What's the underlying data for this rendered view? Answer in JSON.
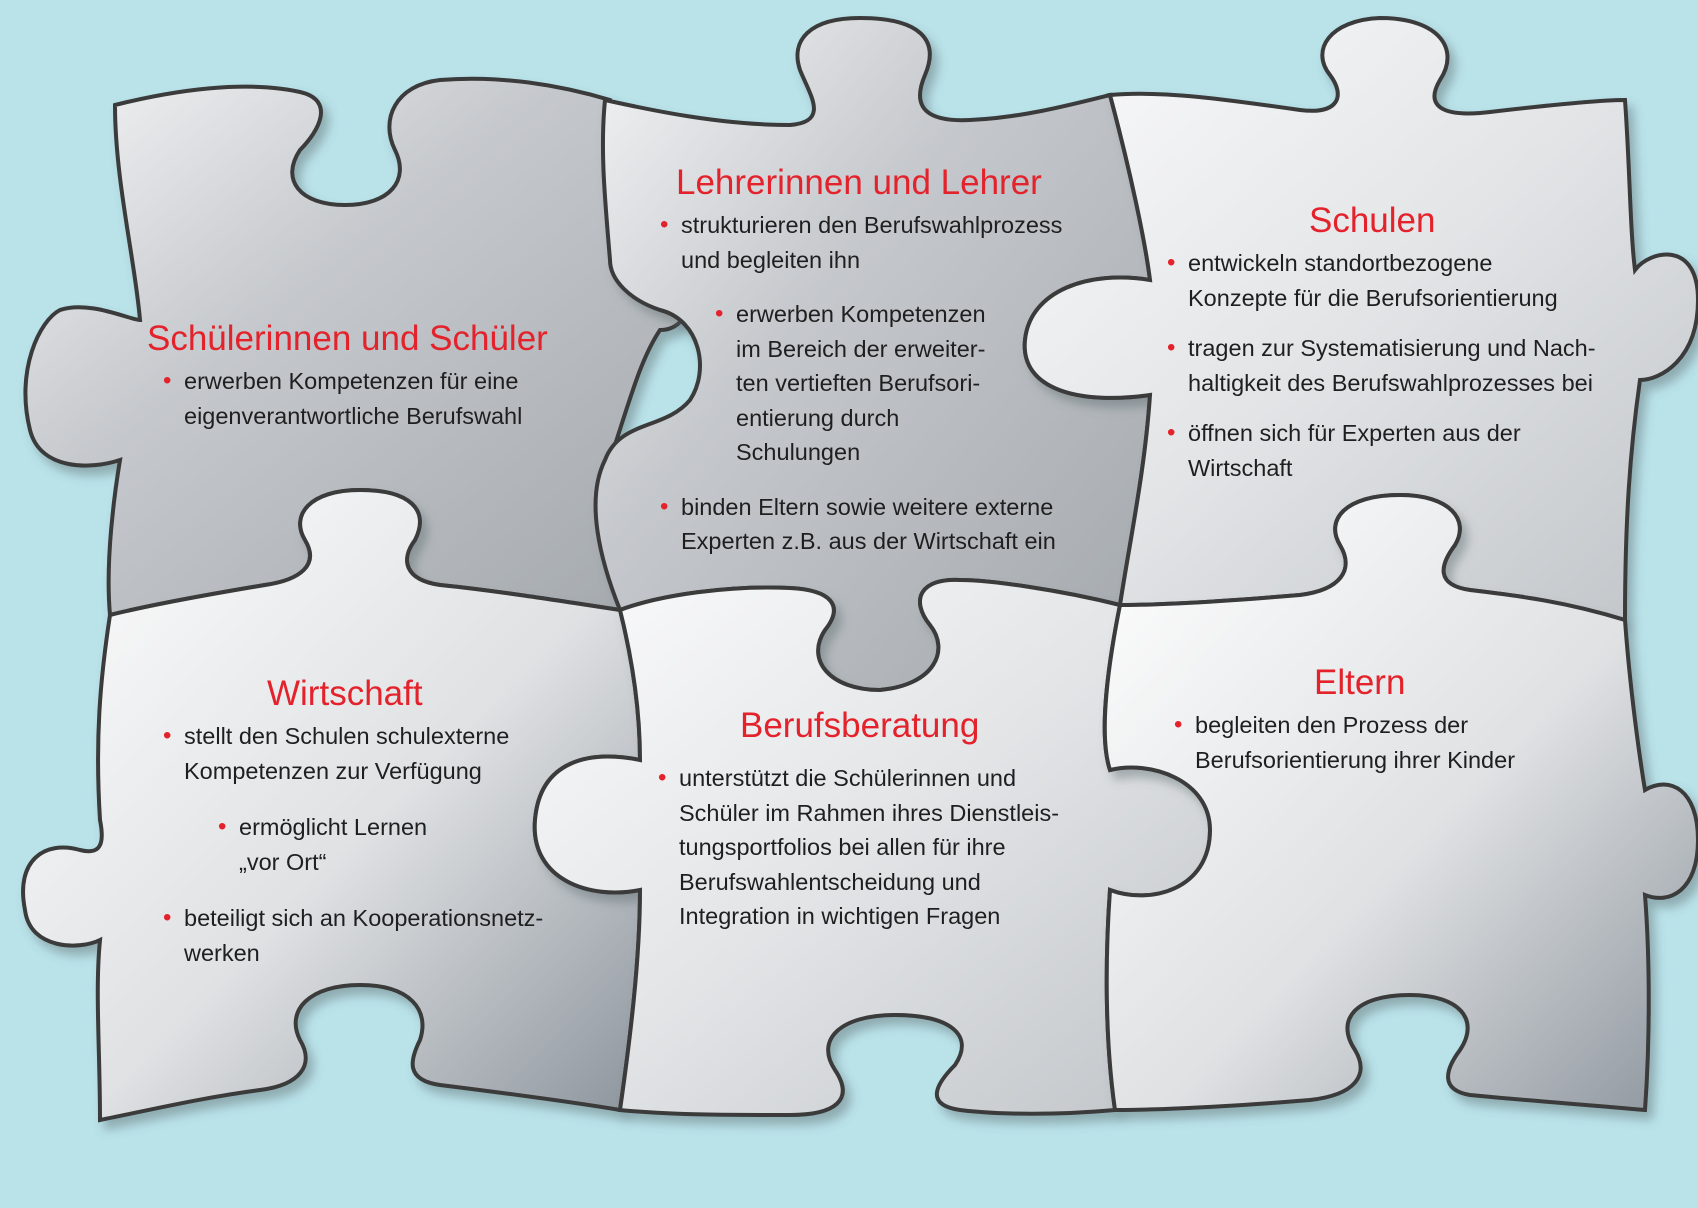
{
  "pieces": {
    "schueler": {
      "title": "Schülerinnen und Schüler",
      "items": [
        "erwerben Kompetenzen für eine\neigenverantwortliche Berufswahl"
      ]
    },
    "lehrer": {
      "title": "Lehrerinnen und Lehrer",
      "items": [
        "strukturieren den Berufswahlprozess\nund begleiten ihn",
        "erwerben Kompetenzen\nim Bereich der erweiter-\nten vertieften Berufsori-\nentierung durch\nSchulungen",
        "binden Eltern sowie weitere externe\nExperten z.B. aus der Wirtschaft ein"
      ]
    },
    "schulen": {
      "title": "Schulen",
      "items": [
        "entwickeln standortbezogene\nKonzepte für die Berufsorientierung",
        "tragen zur Systematisierung und Nach-\nhaltigkeit des Berufswahlprozesses bei",
        "öffnen sich für Experten aus der\nWirtschaft"
      ]
    },
    "wirtschaft": {
      "title": "Wirtschaft",
      "items": [
        "stellt den Schulen schulexterne\nKompetenzen zur Verfügung",
        "ermöglicht Lernen\n„vor Ort“",
        "beteiligt sich an Kooperationsnetz-\nwerken"
      ]
    },
    "berufsberatung": {
      "title": "Berufsberatung",
      "items": [
        "unterstützt die Schülerinnen und\nSchüler im Rahmen ihres Dienstleis-\ntungsportfolios bei allen für ihre\nBerufswahlentscheidung und\nIntegration in wichtigen Fragen"
      ]
    },
    "eltern": {
      "title": "Eltern",
      "items": [
        "begleiten den Prozess der\nBerufsorientierung ihrer Kinder"
      ]
    }
  },
  "colors": {
    "background": "#b9e2e9",
    "title": "#e3222b",
    "bullet": "#e3222b",
    "text": "#1f1f1f",
    "outline": "#3a3a3a"
  }
}
